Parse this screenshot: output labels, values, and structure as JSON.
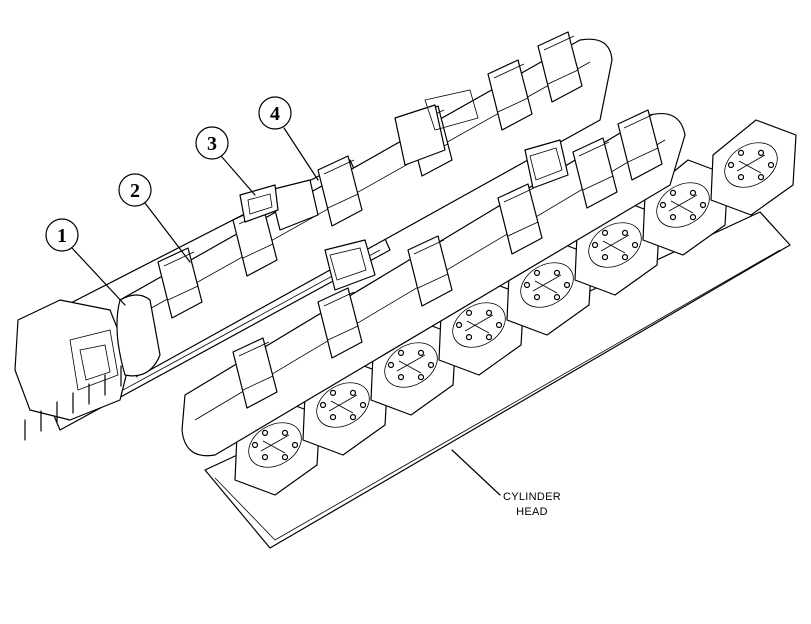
{
  "callouts": [
    {
      "number": "1"
    },
    {
      "number": "2"
    },
    {
      "number": "3"
    },
    {
      "number": "4"
    }
  ],
  "label": {
    "line1": "CYLINDER",
    "line2": "HEAD"
  }
}
